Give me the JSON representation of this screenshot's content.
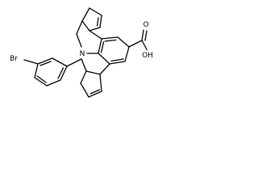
{
  "molecule": {
    "atoms": {
      "bromine": "Br",
      "nitrogen": "N",
      "carboxyl_oxygen": "O",
      "hydroxyl": "OH"
    },
    "colors": {
      "background": "#ffffff",
      "bond": "#000000",
      "label": "#000000"
    }
  }
}
